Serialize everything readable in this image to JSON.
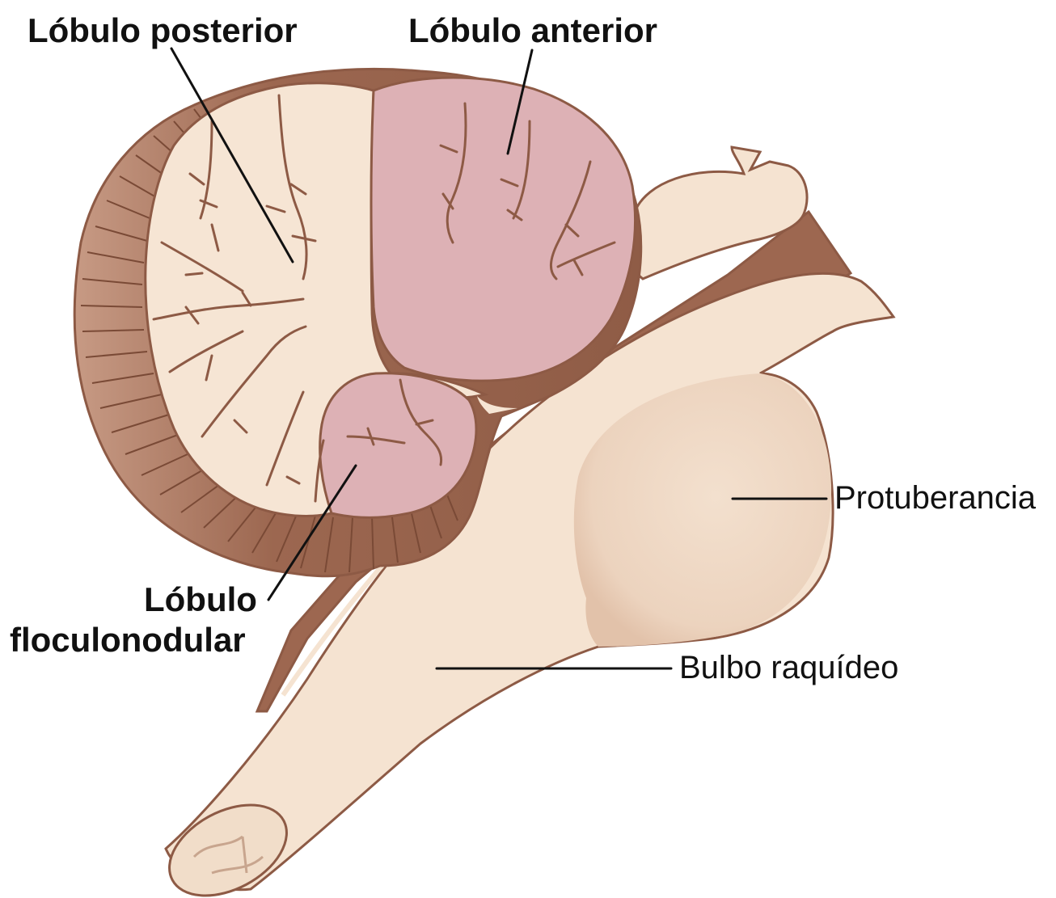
{
  "labels": {
    "posterior_lobe": "Lóbulo posterior",
    "anterior_lobe": "Lóbulo anterior",
    "flocculonodular_lobe_line1": "Lóbulo",
    "flocculonodular_lobe_line2": "floculonodular",
    "pons": "Protuberancia",
    "medulla": "Bulbo raquídeo"
  },
  "colors": {
    "outline": "#8d5a45",
    "cortex_shading": "#a5725c",
    "white_matter_cream": "#f6e5d4",
    "anterior_pink": "#ddb1b5",
    "brainstem_cream": "#f5e3d1",
    "leader_line": "#111111"
  }
}
